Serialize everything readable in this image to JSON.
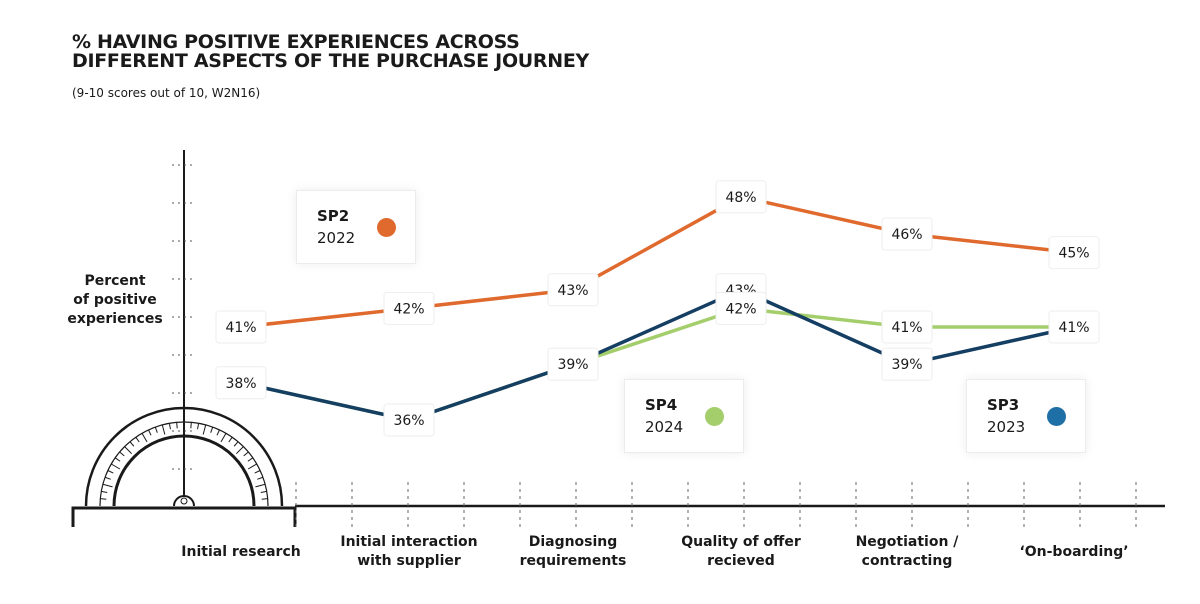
{
  "title_lines": [
    "% HAVING POSITIVE EXPERIENCES ACROSS",
    "DIFFERENT ASPECTS OF THE PURCHASE JOURNEY"
  ],
  "subtitle": "(9-10 scores out of 10, W2N16)",
  "ylabel_lines": [
    "Percent",
    "of positive",
    "experiences"
  ],
  "categories_display": [
    [
      "Initial research"
    ],
    [
      "Initial interaction",
      "with supplier"
    ],
    [
      "Diagnosing",
      "requirements"
    ],
    [
      "Quality of offer",
      "recieved"
    ],
    [
      "Negotiation /",
      "contracting"
    ],
    [
      "‘On-boarding’"
    ]
  ],
  "legend": [
    {
      "name": "SP2",
      "year": "2022",
      "color": "#e06a2e"
    },
    {
      "name": "SP4",
      "year": "2024",
      "color": "#a4cd6c"
    },
    {
      "name": "SP3",
      "year": "2023",
      "color": "#1d6fa5"
    }
  ],
  "chart_data": {
    "type": "line",
    "title": "% HAVING POSITIVE EXPERIENCES ACROSS DIFFERENT ASPECTS OF THE PURCHASE JOURNEY",
    "subtitle": "(9-10 scores out of 10, W2N16)",
    "xlabel": "",
    "ylabel": "Percent of positive experiences",
    "categories": [
      "Initial research",
      "Initial interaction with supplier",
      "Diagnosing requirements",
      "Quality of offer recieved",
      "Negotiation / contracting",
      "‘On-boarding’"
    ],
    "series": [
      {
        "name": "SP2 2022",
        "color": "#e06a2e",
        "values": [
          41,
          42,
          43,
          48,
          46,
          45
        ],
        "labels": [
          "41%",
          "42%",
          "43%",
          "48%",
          "46%",
          "45%"
        ]
      },
      {
        "name": "SP3 2023",
        "color": "#153e63",
        "values": [
          38,
          36,
          39,
          43,
          39,
          41
        ],
        "labels": [
          "38%",
          "36%",
          "39%",
          "43%",
          "39%",
          "41%"
        ]
      },
      {
        "name": "SP4 2024",
        "color": "#a4cd6c",
        "values": [
          38,
          36,
          39,
          42,
          41,
          41
        ],
        "labels": [
          "",
          "",
          "",
          "42%",
          "41%",
          ""
        ]
      }
    ],
    "grid": false,
    "legend_position": "inside plot"
  }
}
